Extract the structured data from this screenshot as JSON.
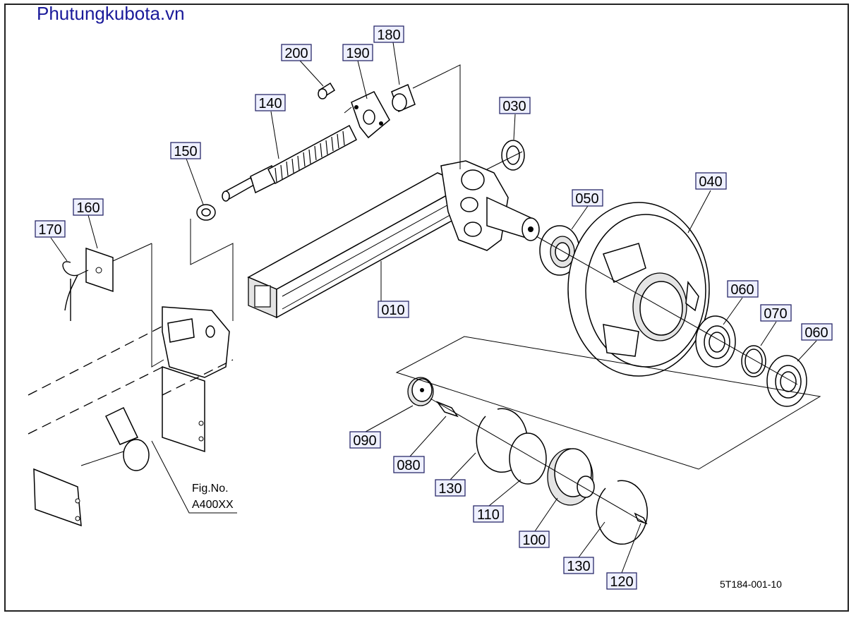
{
  "site_title": "Phutungkubota.vn",
  "fig_ref": {
    "line1": "Fig.No.",
    "line2": "A400XX"
  },
  "drawing_code": "5T184-001-10",
  "parts": [
    {
      "id": "180",
      "label": "180"
    },
    {
      "id": "200",
      "label": "200"
    },
    {
      "id": "190",
      "label": "190"
    },
    {
      "id": "140",
      "label": "140"
    },
    {
      "id": "030",
      "label": "030"
    },
    {
      "id": "150",
      "label": "150"
    },
    {
      "id": "040",
      "label": "040"
    },
    {
      "id": "160",
      "label": "160"
    },
    {
      "id": "050",
      "label": "050"
    },
    {
      "id": "170",
      "label": "170"
    },
    {
      "id": "060a",
      "label": "060"
    },
    {
      "id": "070",
      "label": "070"
    },
    {
      "id": "060b",
      "label": "060"
    },
    {
      "id": "010",
      "label": "010"
    },
    {
      "id": "090",
      "label": "090"
    },
    {
      "id": "080",
      "label": "080"
    },
    {
      "id": "130a",
      "label": "130"
    },
    {
      "id": "110",
      "label": "110"
    },
    {
      "id": "100",
      "label": "100"
    },
    {
      "id": "130b",
      "label": "130"
    },
    {
      "id": "120",
      "label": "120"
    }
  ]
}
